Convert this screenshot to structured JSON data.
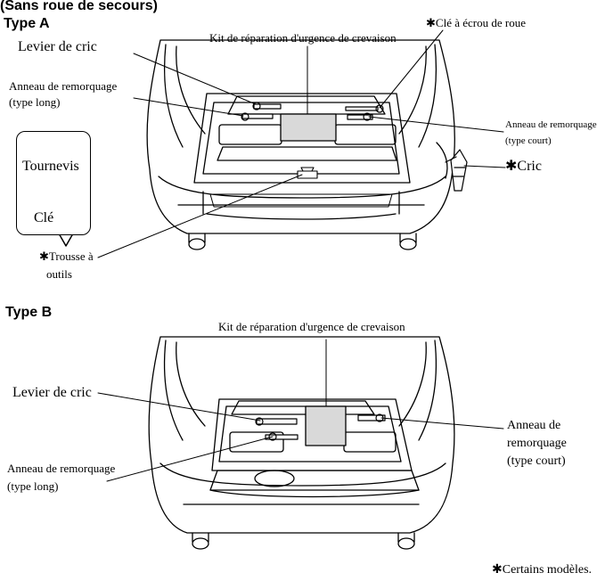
{
  "section_title": "(Sans roue de secours)",
  "type_a": {
    "heading": "Type A",
    "levier_cric": "Levier de cric",
    "kit_reparation": "Kit de réparation d'urgence de crevaison",
    "cle_ecrou": "Clé à écrou de roue",
    "anneau_long_line1": "Anneau de remorquage",
    "anneau_long_line2": "(type long)",
    "anneau_court_line1": "Anneau de remorquage",
    "anneau_court_line2": "(type court)",
    "cric": "Cric",
    "tournevis": "Tournevis",
    "cle": "Clé",
    "trousse_line1": "Trousse à",
    "trousse_line2": "outils",
    "asterisk": "✱"
  },
  "type_b": {
    "heading": "Type B",
    "kit_reparation": "Kit de réparation d'urgence de crevaison",
    "levier_cric": "Levier de cric",
    "anneau_court_line1": "Anneau de",
    "anneau_court_line2": "remorquage",
    "anneau_court_line3": "(type court)",
    "anneau_long_line1": "Anneau de remorquage",
    "anneau_long_line2": "(type long)"
  },
  "footnote": "Certains modèles.",
  "colors": {
    "line": "#000000",
    "kit_fill": "#d9d9d9",
    "background": "#ffffff"
  }
}
